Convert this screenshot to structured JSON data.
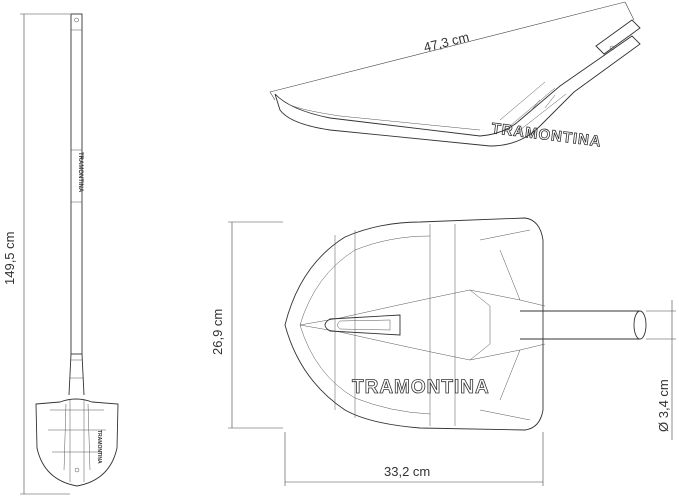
{
  "dimensions": {
    "total_length": "149,5 cm",
    "blade_length": "47,3 cm",
    "blade_height": "26,9 cm",
    "blade_width": "33,2 cm",
    "handle_diameter": "Ø 3,4 cm"
  },
  "brand": {
    "name": "TRAMONTINA",
    "name_mirrored": "TRAMONTINA"
  },
  "colors": {
    "line": "#333333",
    "background": "#ffffff"
  }
}
